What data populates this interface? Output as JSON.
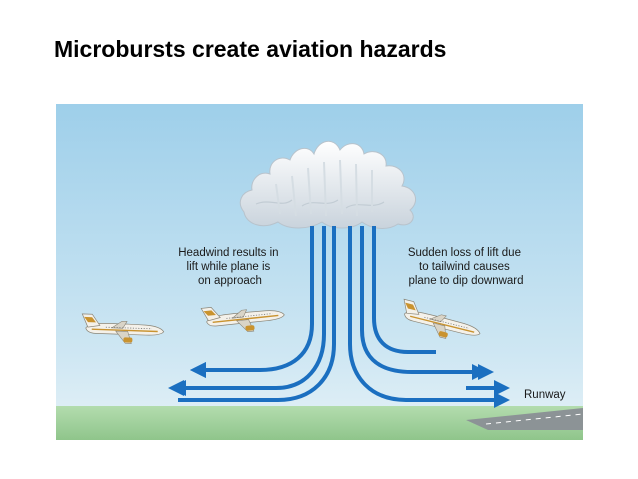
{
  "slide": {
    "title": "Microbursts create aviation hazards"
  },
  "diagram": {
    "annotation_left": [
      "Headwind results in",
      "lift while plane is",
      "on approach"
    ],
    "annotation_right": [
      "Sudden loss of lift due",
      "to tailwind causes",
      "plane to dip downward"
    ],
    "runway_label": "Runway",
    "colors": {
      "sky_top": "#9ecfea",
      "sky_bottom": "#e8f3f8",
      "ground": "#9ccf9a",
      "arrow": "#1b6fc0",
      "runway": "#8c9396"
    }
  }
}
